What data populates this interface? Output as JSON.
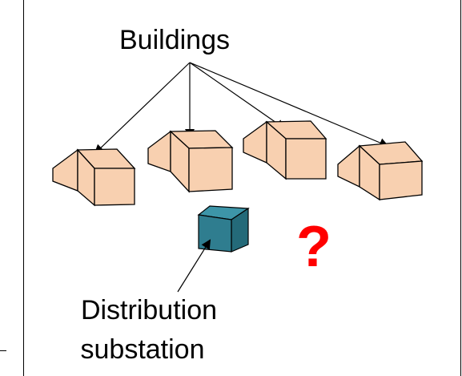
{
  "diagram": {
    "title": "Buildings",
    "substation_label_line1": "Distribution",
    "substation_label_line2": "substation",
    "question_mark": "?",
    "colors": {
      "house_fill": "#f8d0b0",
      "substation_fill": "#2f7d8f",
      "question_mark": "#ff0000",
      "stroke": "#000000"
    },
    "nodes": [
      {
        "id": "buildings-label",
        "type": "text"
      },
      {
        "id": "building-1",
        "type": "house-icon"
      },
      {
        "id": "building-2",
        "type": "house-icon"
      },
      {
        "id": "building-3",
        "type": "house-icon"
      },
      {
        "id": "building-4",
        "type": "house-icon"
      },
      {
        "id": "substation",
        "type": "cube-icon"
      },
      {
        "id": "substation-label",
        "type": "text"
      },
      {
        "id": "unknown",
        "type": "question-mark"
      }
    ],
    "edges": [
      {
        "from": "buildings-label",
        "to": "building-1",
        "arrow": true
      },
      {
        "from": "buildings-label",
        "to": "building-2",
        "arrow": true
      },
      {
        "from": "buildings-label",
        "to": "building-3",
        "arrow": true
      },
      {
        "from": "buildings-label",
        "to": "building-4",
        "arrow": true
      },
      {
        "from": "substation-label",
        "to": "substation",
        "arrow": true
      }
    ]
  }
}
